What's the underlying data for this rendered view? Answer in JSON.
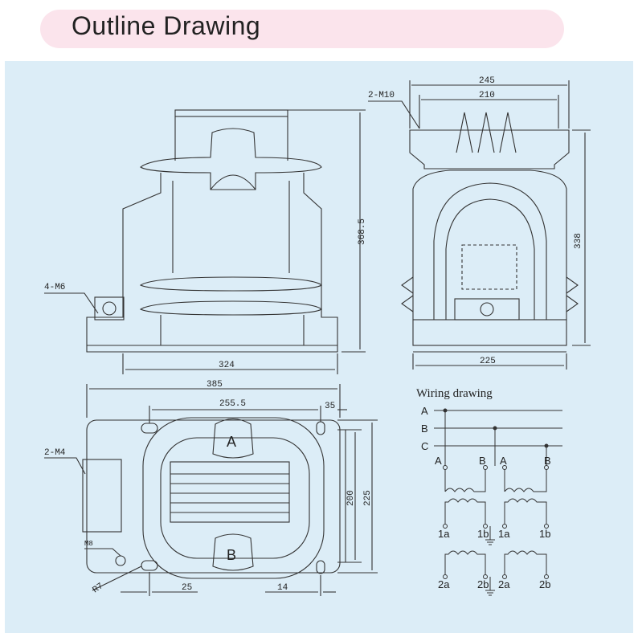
{
  "title": "Outline Drawing",
  "front_view": {
    "mount_label": "4-M6",
    "width_dim": "324",
    "height_dim": "368.5"
  },
  "side_view": {
    "terminal_label": "2-M10",
    "top_outer_dim": "245",
    "top_inner_dim": "210",
    "height_dim": "338",
    "base_dim": "225"
  },
  "top_view": {
    "overall_dim": "385",
    "hole_spacing_dim": "255.5",
    "edge_dim": "35",
    "secondary_label": "2-M4",
    "ground_label": "M8",
    "radius_label": "R7",
    "inner_height_dim": "200",
    "outer_height_dim": "225",
    "left_offset_dim": "25",
    "right_offset_dim": "14",
    "terminal_a": "A",
    "terminal_b": "B"
  },
  "wiring": {
    "title": "Wiring drawing",
    "phases": [
      "A",
      "B",
      "C"
    ],
    "primary_terminals": [
      "A",
      "B",
      "A",
      "B"
    ],
    "secondary_1": [
      "1a",
      "1b",
      "1a",
      "1b"
    ],
    "secondary_2": [
      "2a",
      "2b",
      "2a",
      "2b"
    ]
  }
}
